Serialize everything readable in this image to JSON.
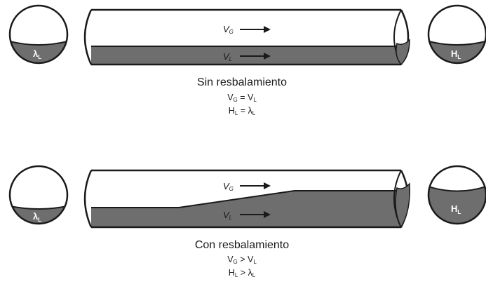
{
  "top": {
    "left_circle_label": "λ",
    "left_circle_label_sub": "L",
    "right_circle_label": "H",
    "right_circle_label_sub": "L",
    "gas_velocity": "V",
    "gas_velocity_sub": "G",
    "liquid_velocity": "V",
    "liquid_velocity_sub": "L",
    "title": "Sin resbalamiento",
    "eq1": {
      "a": "V",
      "a_sub": "G",
      "op": " = ",
      "b": "V",
      "b_sub": "L"
    },
    "eq2": {
      "a": "H",
      "a_sub": "L",
      "op": " = ",
      "b": "λ",
      "b_sub": "L"
    }
  },
  "bottom": {
    "left_circle_label": "λ",
    "left_circle_label_sub": "L",
    "right_circle_label": "H",
    "right_circle_label_sub": "L",
    "gas_velocity": "V",
    "gas_velocity_sub": "G",
    "liquid_velocity": "V",
    "liquid_velocity_sub": "L",
    "title": "Con resbalamiento",
    "eq1": {
      "a": "V",
      "a_sub": "G",
      "op": " > ",
      "b": "V",
      "b_sub": "L"
    },
    "eq2": {
      "a": "H",
      "a_sub": "L",
      "op": " > ",
      "b": "λ",
      "b_sub": "L"
    }
  },
  "colors": {
    "liquid": "#6e6e6e",
    "outline": "#1a1a1a",
    "gas": "#ffffff"
  }
}
